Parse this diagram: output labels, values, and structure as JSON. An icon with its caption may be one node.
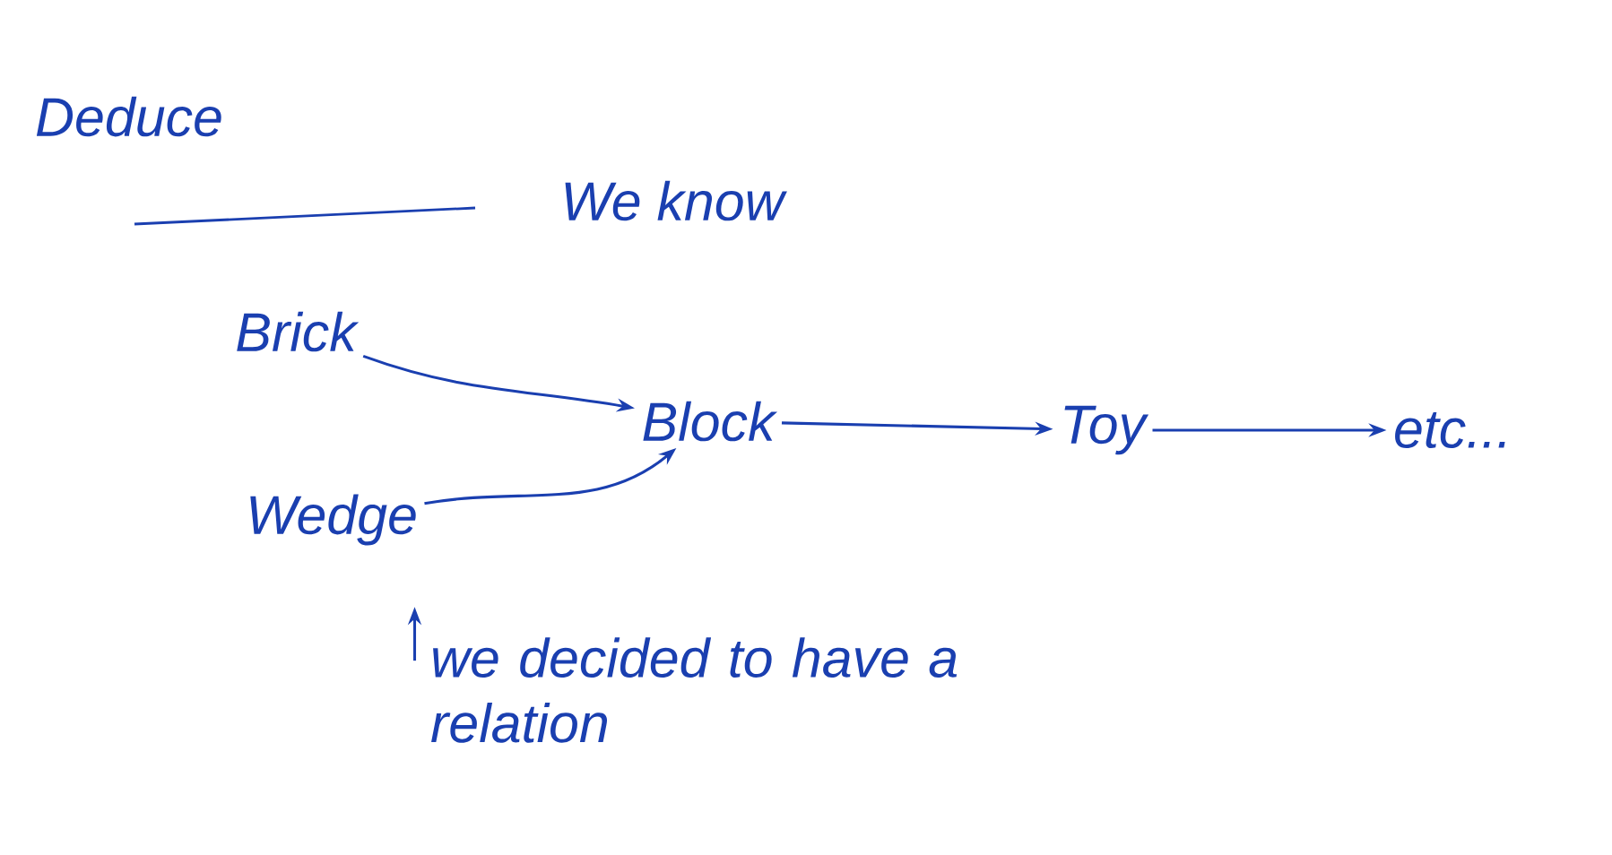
{
  "diagram": {
    "title": "Deduce",
    "nodes": [
      {
        "text": [
          "Brick"
        ]
      },
      {
        "text": [
          "Wedge"
        ]
      },
      {
        "text": [
          "Block"
        ]
      },
      {
        "text": [
          "Toy"
        ]
      },
      {
        "text": [
          "etc..."
        ]
      },
      {
        "text": [
          "we decided to have a relation"
        ]
      }
    ],
    "edges": [
      {
        "from": 0,
        "to": 2,
        "arrow": "to"
      },
      {
        "from": 1,
        "to": 2,
        "arrow": "to"
      },
      {
        "from": 2,
        "to": 3,
        "arrow": "to"
      },
      {
        "from": 3,
        "to": 4,
        "arrow": "to"
      },
      {
        "from": 5,
        "to": null,
        "arrow": "to"
      }
    ],
    "labels": [
      "We know"
    ]
  }
}
